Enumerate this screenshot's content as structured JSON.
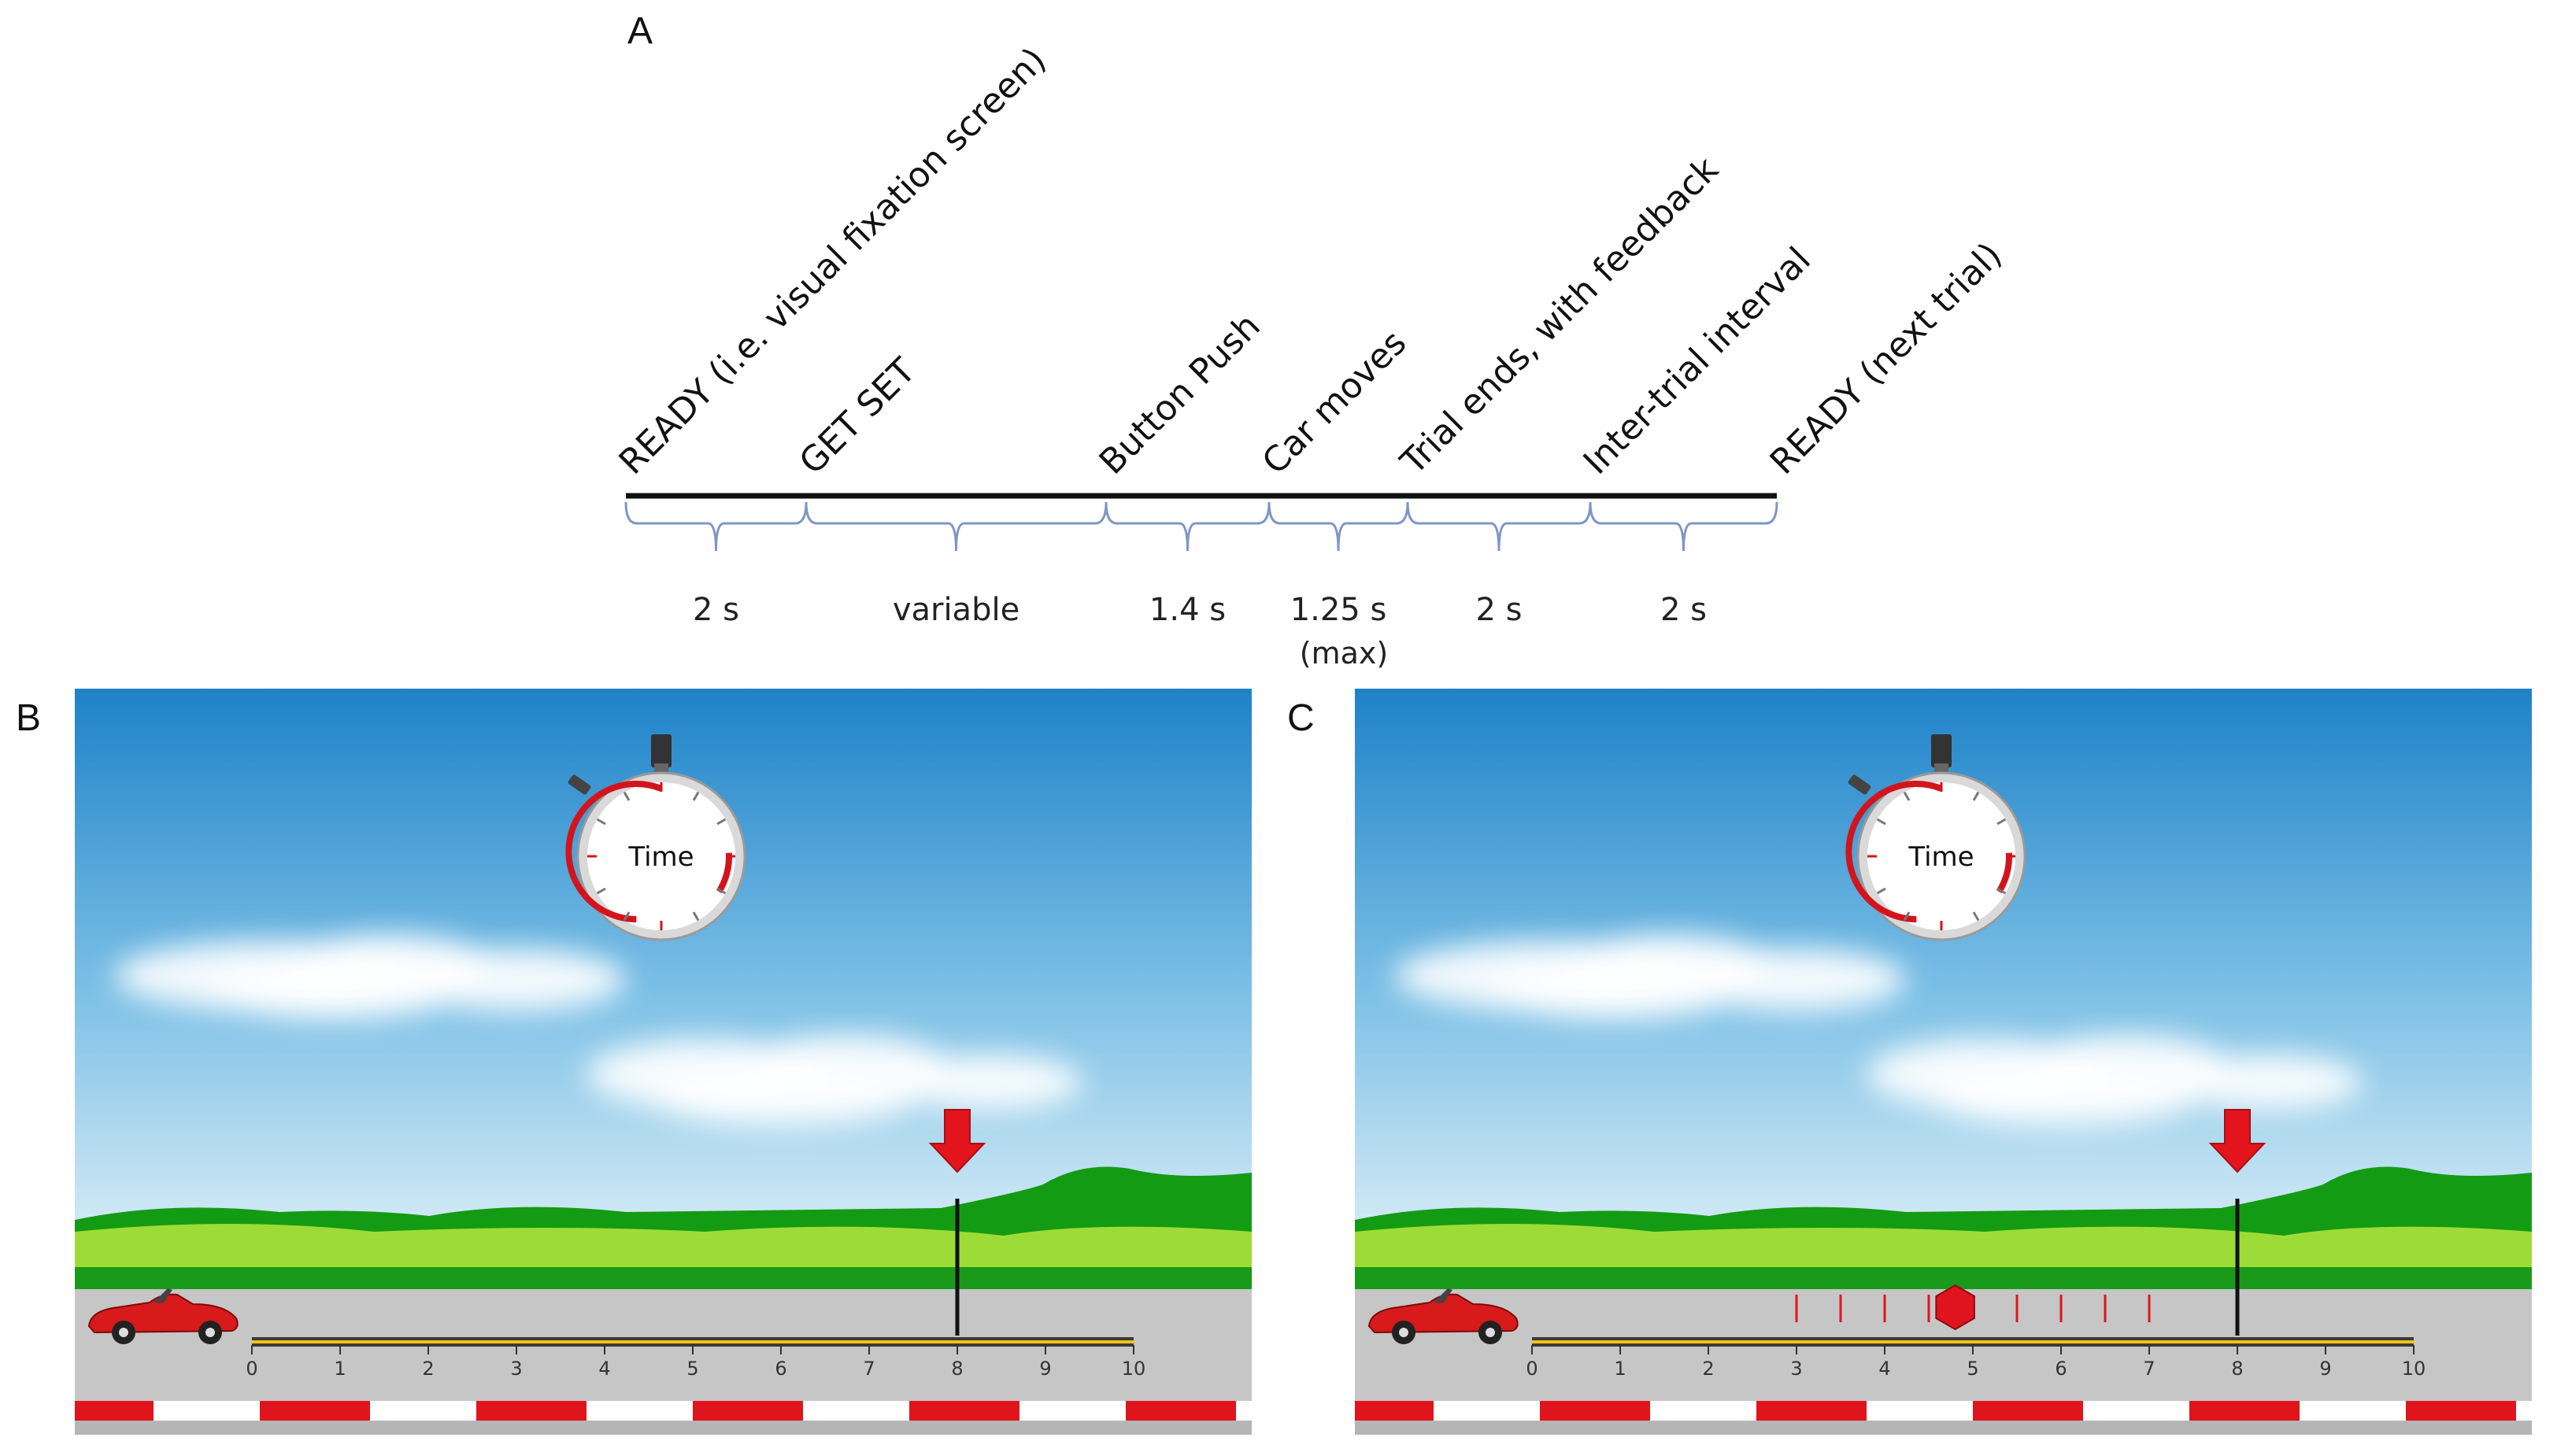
{
  "panels": {
    "a": "A",
    "b": "B",
    "c": "C"
  },
  "timeline": {
    "events": [
      "READY (i.e. visual fixation screen)",
      "GET SET",
      "Button Push",
      "Car moves",
      "Trial ends, with feedback",
      "Inter-trial interval",
      "READY (next trial)"
    ],
    "durations": [
      "2 s",
      "variable",
      "1.4 s",
      "1.25 s",
      "2 s",
      "2 s"
    ],
    "duration_note": "(max)"
  },
  "stopwatch_label": "Time",
  "scale": {
    "ticks": [
      "0",
      "1",
      "2",
      "3",
      "4",
      "5",
      "6",
      "7",
      "8",
      "9",
      "10"
    ],
    "target": 8
  },
  "feedback": {
    "stop_position": 4.8,
    "marks": [
      3,
      3.5,
      4,
      4.5,
      5.5,
      6,
      6.5,
      7
    ]
  },
  "colors": {
    "road_red": "#e0141c",
    "arrow": "#e3141c",
    "grass_dark": "#149b14",
    "grass_light": "#9ddc36",
    "sky_top": "#1e82c8",
    "sky_bottom": "#d6ecf6",
    "road": "#c6c6c6",
    "bracket": "#7d97c5"
  }
}
